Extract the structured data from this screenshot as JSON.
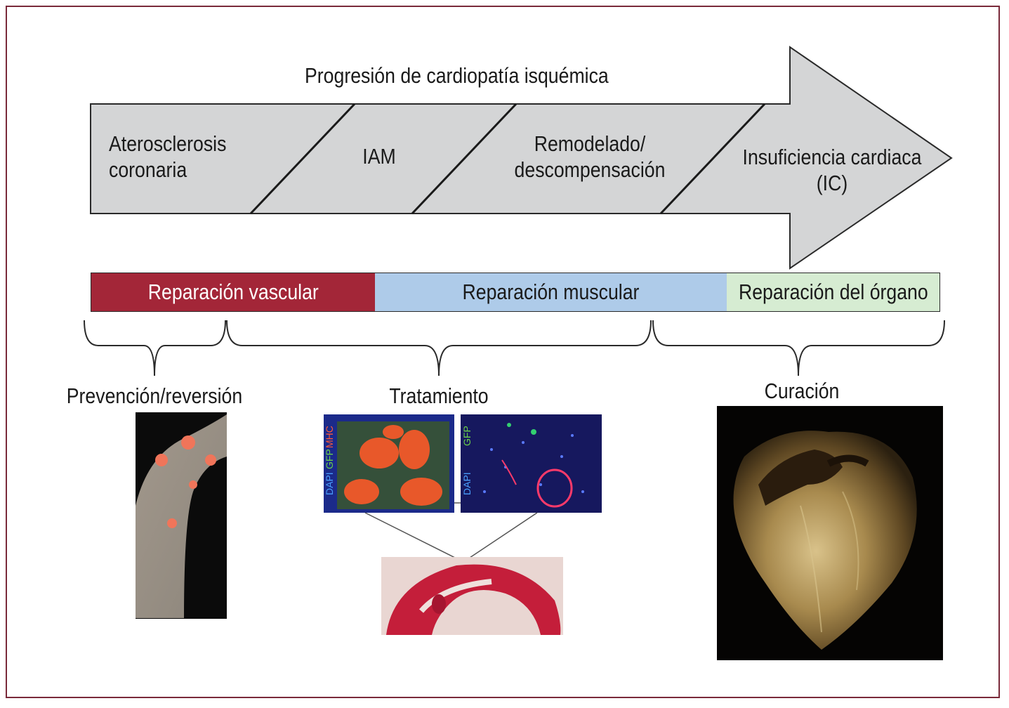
{
  "title": "Progresión de cardiopatía isquémica",
  "stages": [
    {
      "line1": "Aterosclerosis",
      "line2": "coronaria"
    },
    {
      "line1": "IAM"
    },
    {
      "line1": "Remodelado/",
      "line2": "descompensación"
    },
    {
      "line1": "Insuficiencia cardiaca",
      "line2": "(IC)"
    }
  ],
  "repair_bars": [
    {
      "label": "Reparación vascular",
      "color": "#a32638",
      "text_color": "#ffffff"
    },
    {
      "label": "Reparación muscular",
      "color": "#aecbe9",
      "text_color": "#1a1a1a"
    },
    {
      "label": "Reparación del órgano",
      "color": "#d6ecd2",
      "text_color": "#1a1a1a"
    }
  ],
  "outcomes": {
    "prevention": "Prevención/reversión",
    "treatment": "Tratamiento",
    "cure": "Curación"
  },
  "micrograph_labels": {
    "left": [
      "DAPI",
      "GFP",
      "MHC"
    ],
    "right": [
      "DAPI",
      "GFP"
    ]
  },
  "colors": {
    "arrow_fill": "#d4d5d6",
    "frame": "#7a2a3a",
    "vascular": "#a32638",
    "muscular": "#aecbe9",
    "organ": "#d6ecd2"
  }
}
